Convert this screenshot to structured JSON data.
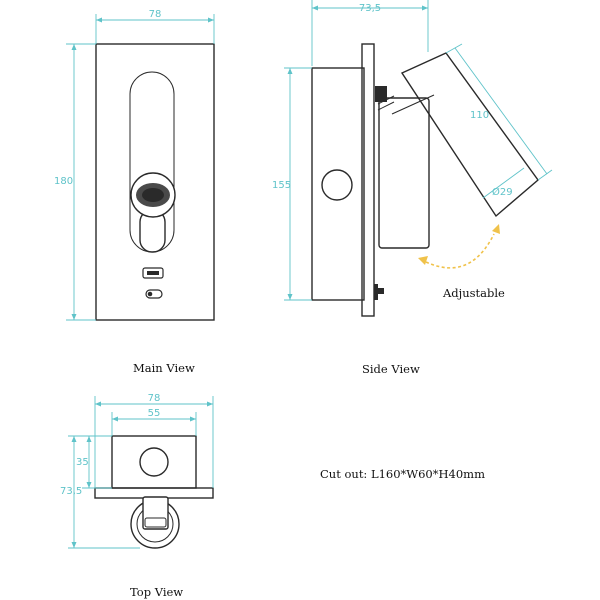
{
  "views": {
    "main": {
      "caption": "Main View",
      "dims": {
        "width": "78",
        "height": "180"
      }
    },
    "side": {
      "caption": "Side View",
      "dims": {
        "depth": "73,5",
        "height": "155",
        "arm_length": "110",
        "head_diameter": "Ø29"
      },
      "note": "Adjustable"
    },
    "top": {
      "caption": "Top View",
      "dims": {
        "outer_width": "78",
        "inner_width": "55",
        "box_depth": "35",
        "total_depth": "73,5"
      }
    }
  },
  "cutout": {
    "text": "Cut out: L160*W60*H40mm"
  },
  "colors": {
    "dimension": "#5fc3c9",
    "outline": "#2a2a2a",
    "adjust_arrow": "#f0c24a"
  },
  "icons": [
    "usb-port-icon",
    "power-switch-icon",
    "spotlight-head-icon"
  ]
}
